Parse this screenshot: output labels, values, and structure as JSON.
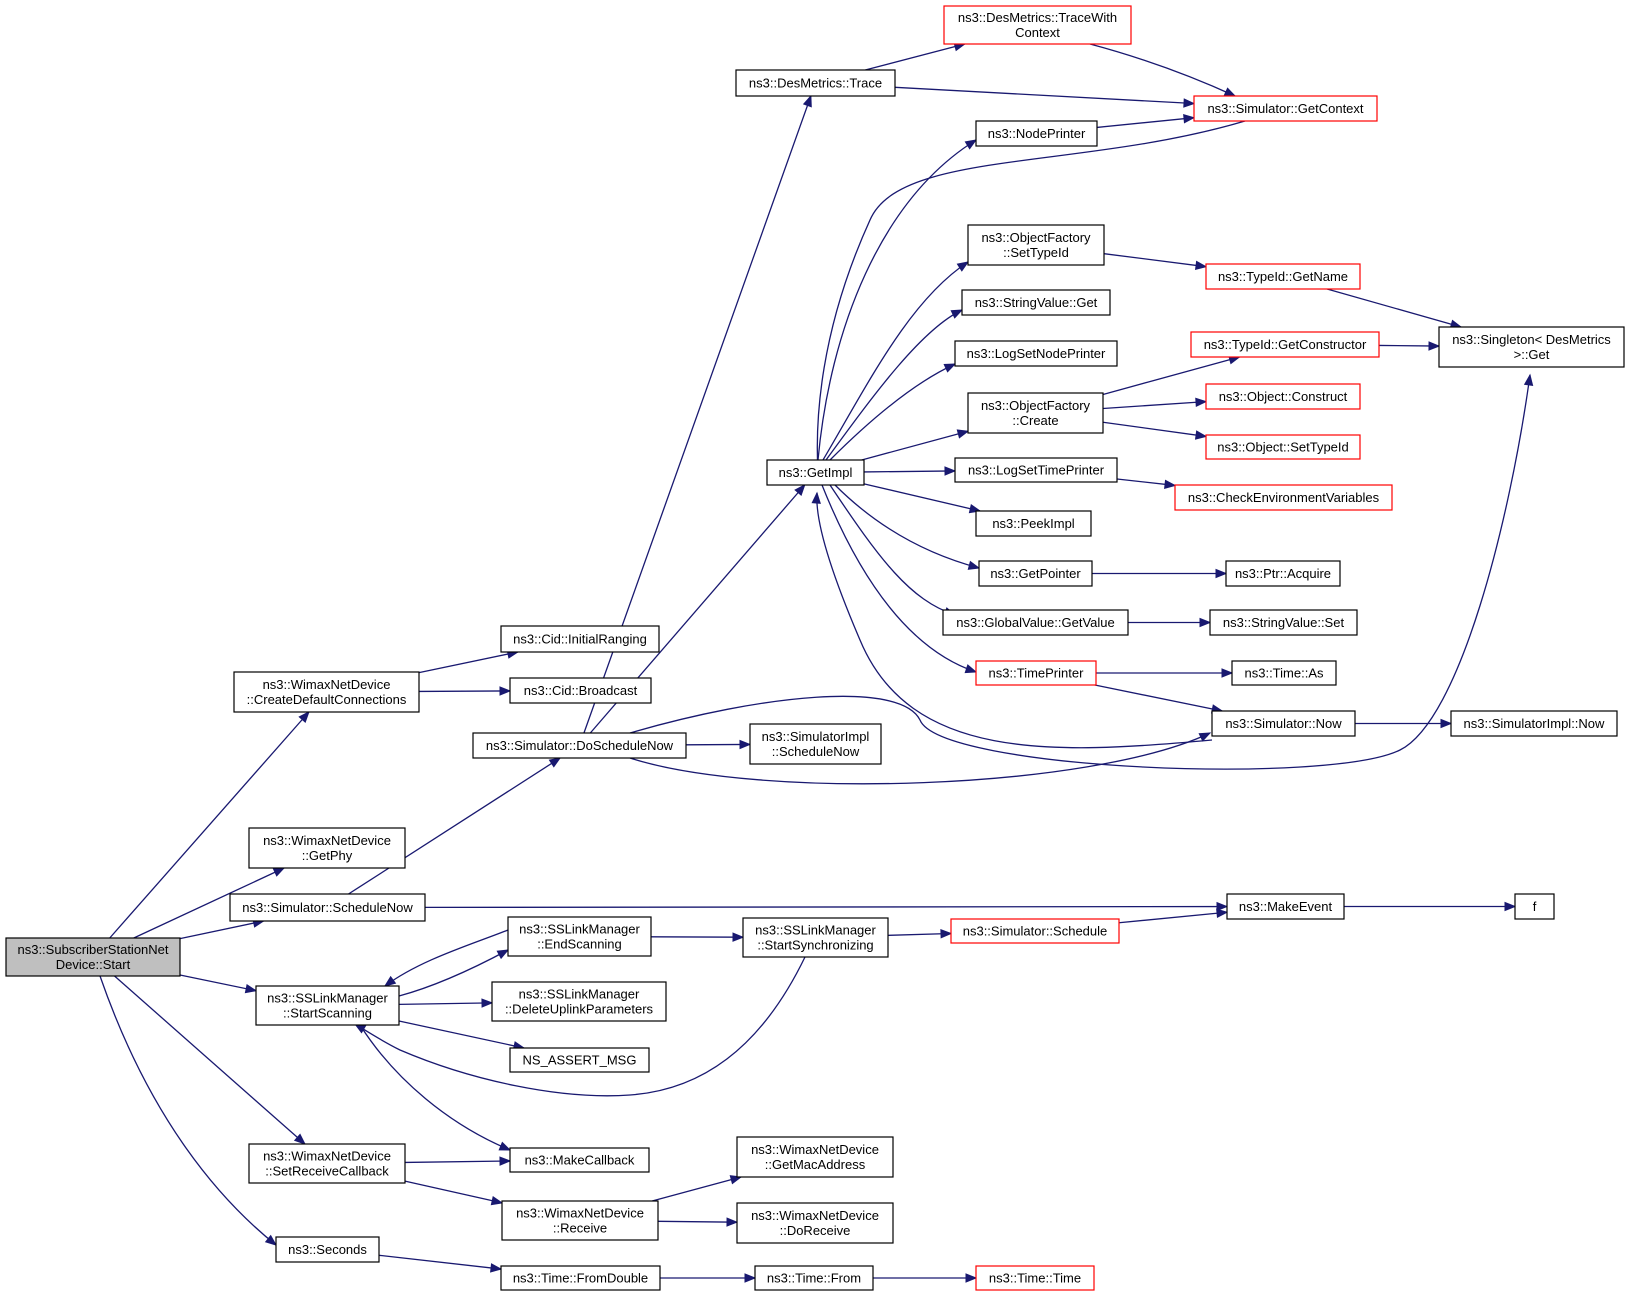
{
  "colors": {
    "edge": "#191970",
    "border_normal": "#000000",
    "border_truncated": "#ff0000",
    "root_fill": "#bfbfbf",
    "node_fill": "#ffffff"
  },
  "nodes": [
    {
      "id": "root",
      "lines": [
        "ns3::SubscriberStationNet",
        "Device::Start"
      ],
      "style": "root"
    },
    {
      "id": "createdefconn",
      "lines": [
        "ns3::WimaxNetDevice",
        "::CreateDefaultConnections"
      ],
      "style": "normal"
    },
    {
      "id": "getphy",
      "lines": [
        "ns3::WimaxNetDevice",
        "::GetPhy"
      ],
      "style": "normal"
    },
    {
      "id": "schedulenow",
      "lines": [
        "ns3::Simulator::ScheduleNow"
      ],
      "style": "normal"
    },
    {
      "id": "startscanning",
      "lines": [
        "ns3::SSLinkManager",
        "::StartScanning"
      ],
      "style": "normal"
    },
    {
      "id": "setreceivecb",
      "lines": [
        "ns3::WimaxNetDevice",
        "::SetReceiveCallback"
      ],
      "style": "normal"
    },
    {
      "id": "seconds",
      "lines": [
        "ns3::Seconds"
      ],
      "style": "normal"
    },
    {
      "id": "initialranging",
      "lines": [
        "ns3::Cid::InitialRanging"
      ],
      "style": "normal"
    },
    {
      "id": "broadcast",
      "lines": [
        "ns3::Cid::Broadcast"
      ],
      "style": "normal"
    },
    {
      "id": "doschedulenow",
      "lines": [
        "ns3::Simulator::DoScheduleNow"
      ],
      "style": "normal"
    },
    {
      "id": "endscanning",
      "lines": [
        "ns3::SSLinkManager",
        "::EndScanning"
      ],
      "style": "normal"
    },
    {
      "id": "deleteuplink",
      "lines": [
        "ns3::SSLinkManager",
        "::DeleteUplinkParameters"
      ],
      "style": "normal"
    },
    {
      "id": "nsassert",
      "lines": [
        "NS_ASSERT_MSG"
      ],
      "style": "normal"
    },
    {
      "id": "makecallback",
      "lines": [
        "ns3::MakeCallback"
      ],
      "style": "normal"
    },
    {
      "id": "receive",
      "lines": [
        "ns3::WimaxNetDevice",
        "::Receive"
      ],
      "style": "normal"
    },
    {
      "id": "fromdouble",
      "lines": [
        "ns3::Time::FromDouble"
      ],
      "style": "normal"
    },
    {
      "id": "desmetricstrace",
      "lines": [
        "ns3::DesMetrics::Trace"
      ],
      "style": "normal"
    },
    {
      "id": "getimpl",
      "lines": [
        "ns3::GetImpl"
      ],
      "style": "normal"
    },
    {
      "id": "simimplschedulenow",
      "lines": [
        "ns3::SimulatorImpl",
        "::ScheduleNow"
      ],
      "style": "normal"
    },
    {
      "id": "startsync",
      "lines": [
        "ns3::SSLinkManager",
        "::StartSynchronizing"
      ],
      "style": "normal"
    },
    {
      "id": "getmacaddress",
      "lines": [
        "ns3::WimaxNetDevice",
        "::GetMacAddress"
      ],
      "style": "normal"
    },
    {
      "id": "doreceive",
      "lines": [
        "ns3::WimaxNetDevice",
        "::DoReceive"
      ],
      "style": "normal"
    },
    {
      "id": "timefrom",
      "lines": [
        "ns3::Time::From"
      ],
      "style": "normal"
    },
    {
      "id": "tracewithcontext",
      "lines": [
        "ns3::DesMetrics::TraceWith",
        "Context"
      ],
      "style": "truncated"
    },
    {
      "id": "nodeprinter",
      "lines": [
        "ns3::NodePrinter"
      ],
      "style": "normal"
    },
    {
      "id": "ofsettypeid",
      "lines": [
        "ns3::ObjectFactory",
        "::SetTypeId"
      ],
      "style": "normal"
    },
    {
      "id": "stringvalueget",
      "lines": [
        "ns3::StringValue::Get"
      ],
      "style": "normal"
    },
    {
      "id": "logsetnodeprinter",
      "lines": [
        "ns3::LogSetNodePrinter"
      ],
      "style": "normal"
    },
    {
      "id": "ofcreate",
      "lines": [
        "ns3::ObjectFactory",
        "::Create"
      ],
      "style": "normal"
    },
    {
      "id": "logsettimeprinter",
      "lines": [
        "ns3::LogSetTimePrinter"
      ],
      "style": "normal"
    },
    {
      "id": "peekimpl",
      "lines": [
        "ns3::PeekImpl"
      ],
      "style": "normal"
    },
    {
      "id": "getpointer",
      "lines": [
        "ns3::GetPointer"
      ],
      "style": "normal"
    },
    {
      "id": "globalvaluegetvalue",
      "lines": [
        "ns3::GlobalValue::GetValue"
      ],
      "style": "normal"
    },
    {
      "id": "timeprinter",
      "lines": [
        "ns3::TimePrinter"
      ],
      "style": "truncated"
    },
    {
      "id": "simschedule",
      "lines": [
        "ns3::Simulator::Schedule"
      ],
      "style": "truncated"
    },
    {
      "id": "timetime",
      "lines": [
        "ns3::Time::Time"
      ],
      "style": "truncated"
    },
    {
      "id": "getcontext",
      "lines": [
        "ns3::Simulator::GetContext"
      ],
      "style": "truncated"
    },
    {
      "id": "typeidgetname",
      "lines": [
        "ns3::TypeId::GetName"
      ],
      "style": "truncated"
    },
    {
      "id": "typeidgetconstructor",
      "lines": [
        "ns3::TypeId::GetConstructor"
      ],
      "style": "truncated"
    },
    {
      "id": "objectconstruct",
      "lines": [
        "ns3::Object::Construct"
      ],
      "style": "truncated"
    },
    {
      "id": "objectsettypeid",
      "lines": [
        "ns3::Object::SetTypeId"
      ],
      "style": "truncated"
    },
    {
      "id": "checkenv",
      "lines": [
        "ns3::CheckEnvironmentVariables"
      ],
      "style": "truncated"
    },
    {
      "id": "ptracquire",
      "lines": [
        "ns3::Ptr::Acquire"
      ],
      "style": "normal"
    },
    {
      "id": "stringvalueset",
      "lines": [
        "ns3::StringValue::Set"
      ],
      "style": "normal"
    },
    {
      "id": "timeas",
      "lines": [
        "ns3::Time::As"
      ],
      "style": "normal"
    },
    {
      "id": "simulatornow",
      "lines": [
        "ns3::Simulator::Now"
      ],
      "style": "normal"
    },
    {
      "id": "makeevent",
      "lines": [
        "ns3::MakeEvent"
      ],
      "style": "normal"
    },
    {
      "id": "singletonget",
      "lines": [
        "ns3::Singleton< DesMetrics",
        ">::Get"
      ],
      "style": "normal"
    },
    {
      "id": "simimplnow",
      "lines": [
        "ns3::SimulatorImpl::Now"
      ],
      "style": "normal"
    },
    {
      "id": "f",
      "lines": [
        "f"
      ],
      "style": "normal"
    }
  ],
  "edges": [
    {
      "from": "root",
      "to": "createdefconn"
    },
    {
      "from": "root",
      "to": "getphy"
    },
    {
      "from": "root",
      "to": "schedulenow"
    },
    {
      "from": "root",
      "to": "startscanning"
    },
    {
      "from": "root",
      "to": "setreceivecb"
    },
    {
      "from": "root",
      "to": "seconds"
    },
    {
      "from": "createdefconn",
      "to": "initialranging"
    },
    {
      "from": "createdefconn",
      "to": "broadcast"
    },
    {
      "from": "schedulenow",
      "to": "doschedulenow"
    },
    {
      "from": "schedulenow",
      "to": "makeevent"
    },
    {
      "from": "startscanning",
      "to": "endscanning"
    },
    {
      "from": "startscanning",
      "to": "deleteuplink"
    },
    {
      "from": "startscanning",
      "to": "nsassert"
    },
    {
      "from": "startscanning",
      "to": "makecallback"
    },
    {
      "from": "endscanning",
      "to": "startscanning"
    },
    {
      "from": "endscanning",
      "to": "startsync"
    },
    {
      "from": "startsync",
      "to": "startscanning"
    },
    {
      "from": "startsync",
      "to": "simschedule"
    },
    {
      "from": "setreceivecb",
      "to": "makecallback"
    },
    {
      "from": "setreceivecb",
      "to": "receive"
    },
    {
      "from": "receive",
      "to": "getmacaddress"
    },
    {
      "from": "receive",
      "to": "doreceive"
    },
    {
      "from": "seconds",
      "to": "fromdouble"
    },
    {
      "from": "fromdouble",
      "to": "timefrom"
    },
    {
      "from": "timefrom",
      "to": "timetime"
    },
    {
      "from": "doschedulenow",
      "to": "desmetricstrace"
    },
    {
      "from": "doschedulenow",
      "to": "getimpl"
    },
    {
      "from": "doschedulenow",
      "to": "simimplschedulenow"
    },
    {
      "from": "doschedulenow",
      "to": "simulatornow"
    },
    {
      "from": "doschedulenow",
      "to": "singletonget"
    },
    {
      "from": "desmetricstrace",
      "to": "tracewithcontext"
    },
    {
      "from": "desmetricstrace",
      "to": "getcontext"
    },
    {
      "from": "tracewithcontext",
      "to": "getcontext"
    },
    {
      "from": "getimpl",
      "to": "nodeprinter"
    },
    {
      "from": "getimpl",
      "to": "ofsettypeid"
    },
    {
      "from": "getimpl",
      "to": "stringvalueget"
    },
    {
      "from": "getimpl",
      "to": "logsetnodeprinter"
    },
    {
      "from": "getimpl",
      "to": "ofcreate"
    },
    {
      "from": "getimpl",
      "to": "logsettimeprinter"
    },
    {
      "from": "getimpl",
      "to": "peekimpl"
    },
    {
      "from": "getimpl",
      "to": "getpointer"
    },
    {
      "from": "getimpl",
      "to": "globalvaluegetvalue"
    },
    {
      "from": "getimpl",
      "to": "timeprinter"
    },
    {
      "from": "nodeprinter",
      "to": "getcontext"
    },
    {
      "from": "getcontext",
      "to": "getimpl"
    },
    {
      "from": "ofsettypeid",
      "to": "typeidgetname"
    },
    {
      "from": "typeidgetname",
      "to": "singletonget"
    },
    {
      "from": "ofcreate",
      "to": "typeidgetconstructor"
    },
    {
      "from": "ofcreate",
      "to": "objectconstruct"
    },
    {
      "from": "ofcreate",
      "to": "objectsettypeid"
    },
    {
      "from": "typeidgetconstructor",
      "to": "singletonget"
    },
    {
      "from": "logsettimeprinter",
      "to": "checkenv"
    },
    {
      "from": "getpointer",
      "to": "ptracquire"
    },
    {
      "from": "globalvaluegetvalue",
      "to": "stringvalueset"
    },
    {
      "from": "timeprinter",
      "to": "timeas"
    },
    {
      "from": "timeprinter",
      "to": "simulatornow"
    },
    {
      "from": "simulatornow",
      "to": "getimpl"
    },
    {
      "from": "simulatornow",
      "to": "simimplnow"
    },
    {
      "from": "simschedule",
      "to": "makeevent"
    },
    {
      "from": "makeevent",
      "to": "f"
    }
  ]
}
